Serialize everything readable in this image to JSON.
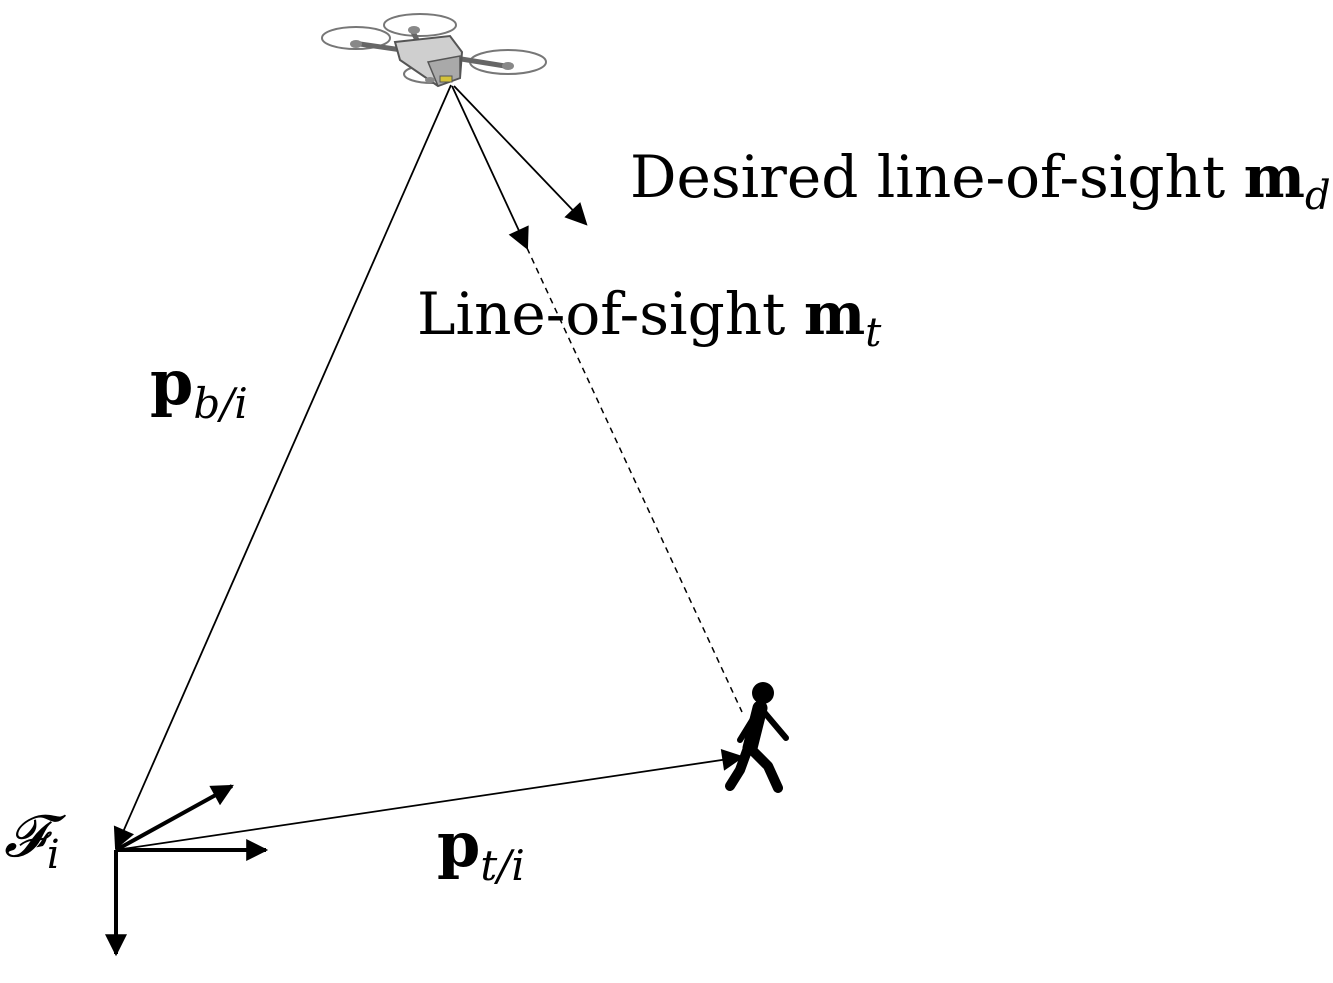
{
  "labels": {
    "desired_los": {
      "text": "Desired line-of-sight ",
      "symbol": "m",
      "subscript": "d"
    },
    "los": {
      "text": "Line-of-sight ",
      "symbol": "m",
      "subscript": "t"
    },
    "p_b_i": {
      "symbol": "p",
      "subscript": "b/i"
    },
    "p_t_i": {
      "symbol": "p",
      "subscript": "t/i"
    },
    "frame": {
      "symbol": "𝓕",
      "subscript": "i"
    }
  },
  "icons": {
    "drone": "drone-icon",
    "pedestrian": "walking-person-icon"
  },
  "colors": {
    "ink": "#000000",
    "drone_body": "#c8c8c8"
  }
}
